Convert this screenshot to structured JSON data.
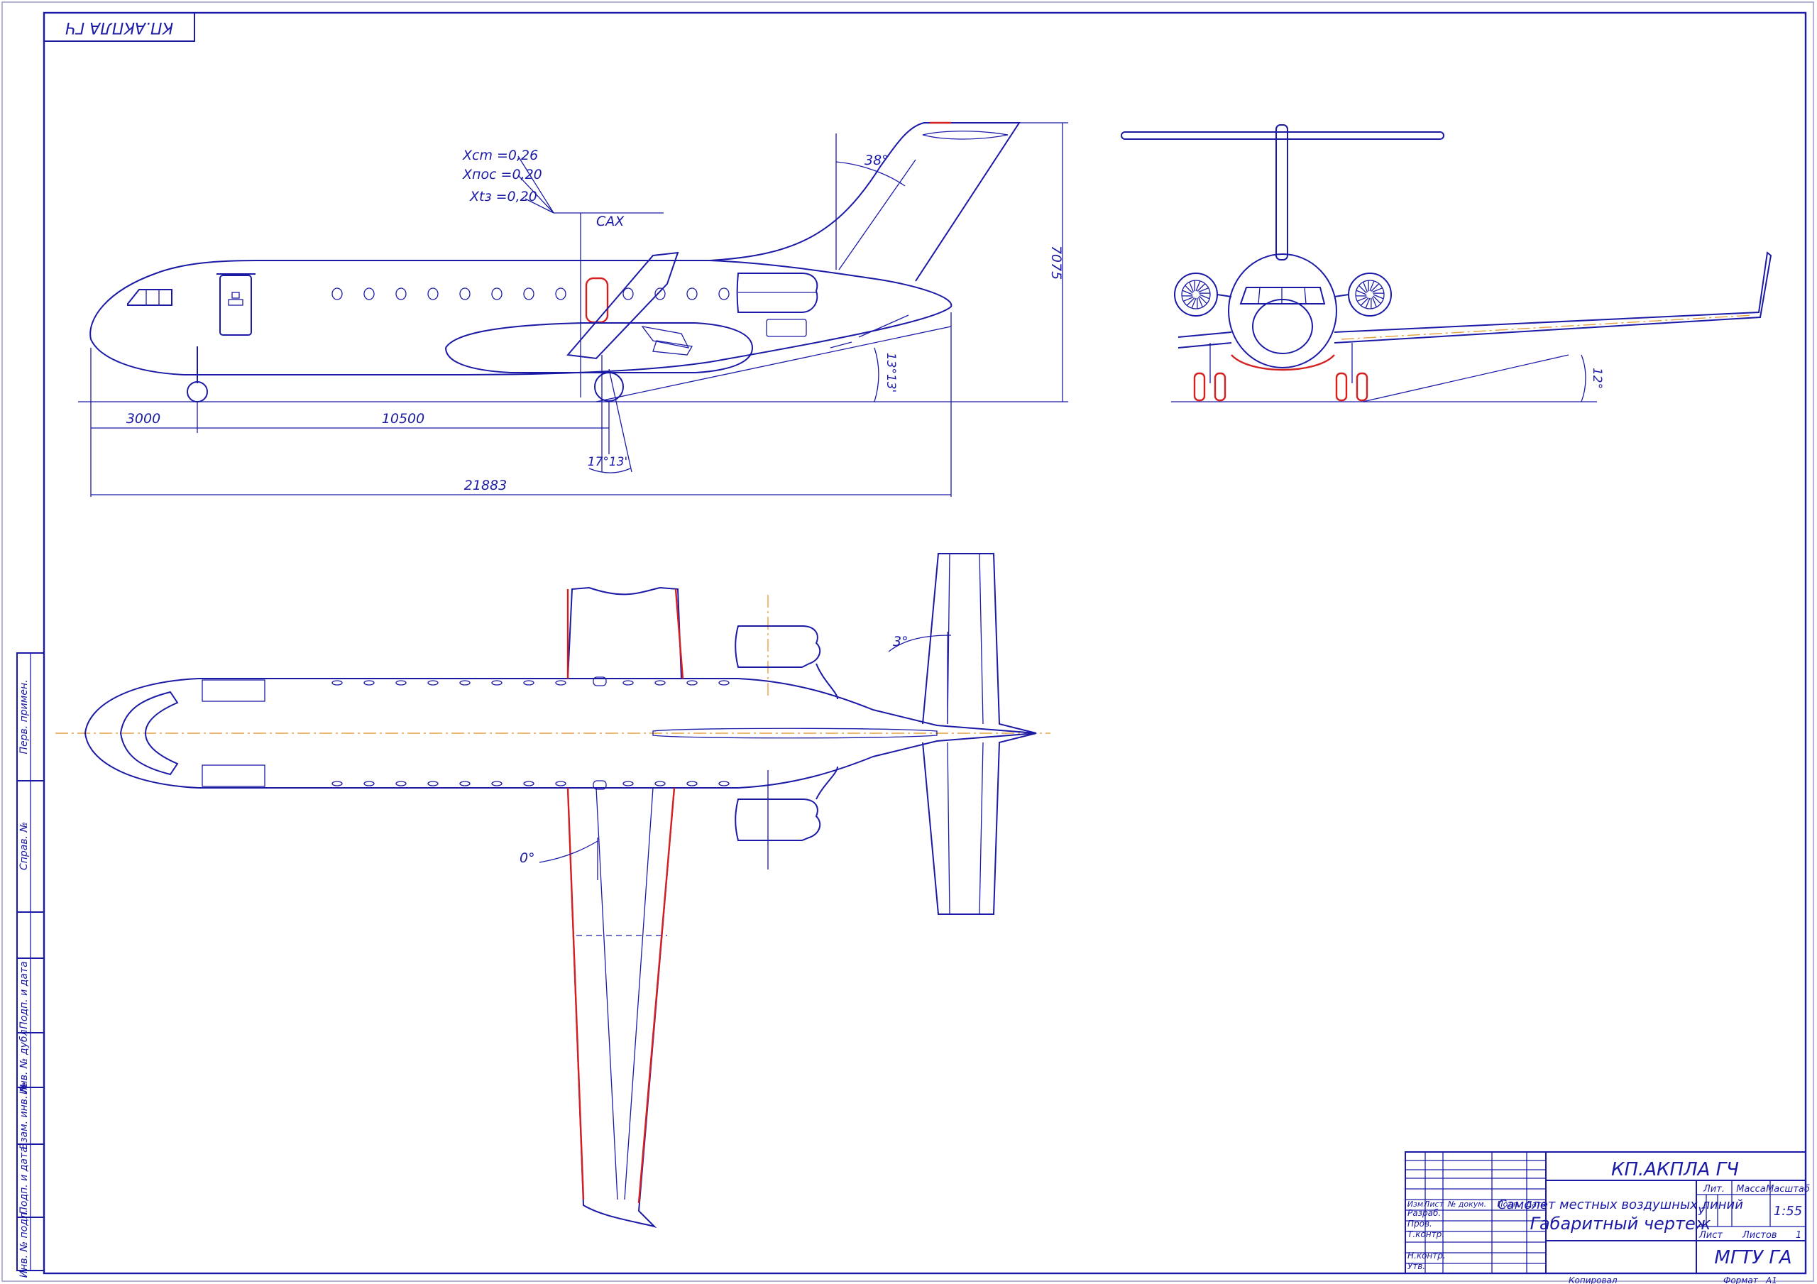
{
  "drawing": {
    "corner_code": "КП.АКПЛА ГЧ",
    "views": {
      "side": {
        "cg_labels": [
          "Xcm =0,26",
          "Xпос =0,20",
          "Xtз =0,20"
        ],
        "mac_label": "САХ",
        "tail_sweep": "38°",
        "height": "7075",
        "tail_down_angle": "13°13'",
        "dim_nose_gear": "3000",
        "dim_wheelbase": "10500",
        "gear_angle": "17°13'",
        "length": "21883"
      },
      "front": {
        "dihedral": "12°"
      },
      "top": {
        "stab_sweep": "3°",
        "wing_sweep": "0°"
      }
    },
    "side_stamps": [
      "Перв. примен.",
      "Справ. №",
      "Подп. и дата",
      "Инв. № дубл.",
      "Взам. инв. №",
      "Подп. и дата",
      "Инв. № подл."
    ]
  },
  "title_block": {
    "doc_code": "КП.АКПЛА ГЧ",
    "title_line1": "Самолет местных воздушных линий",
    "title_line2": "Габаритный чертеж",
    "cols": [
      "Изм",
      "Лист",
      "№ докум.",
      "Подп.",
      "Дата"
    ],
    "roles": [
      "Разраб.",
      "Пров.",
      "Т.контр.",
      "",
      "Н.контр.",
      "Утв."
    ],
    "lit_header": "Лит.",
    "mass_header": "Масса",
    "scale_header": "Масштаб",
    "lit_value": "У",
    "scale_value": "1:55",
    "sheet_label": "Лист",
    "sheets_label": "Листов",
    "sheets_value": "1",
    "org": "МГТУ ГА",
    "copied": "Копировал",
    "format_label": "Формат",
    "format_value": "А1"
  },
  "colors": {
    "line": "#1a1aa6",
    "highlight": "#d42020",
    "axis": "#e8a040"
  }
}
